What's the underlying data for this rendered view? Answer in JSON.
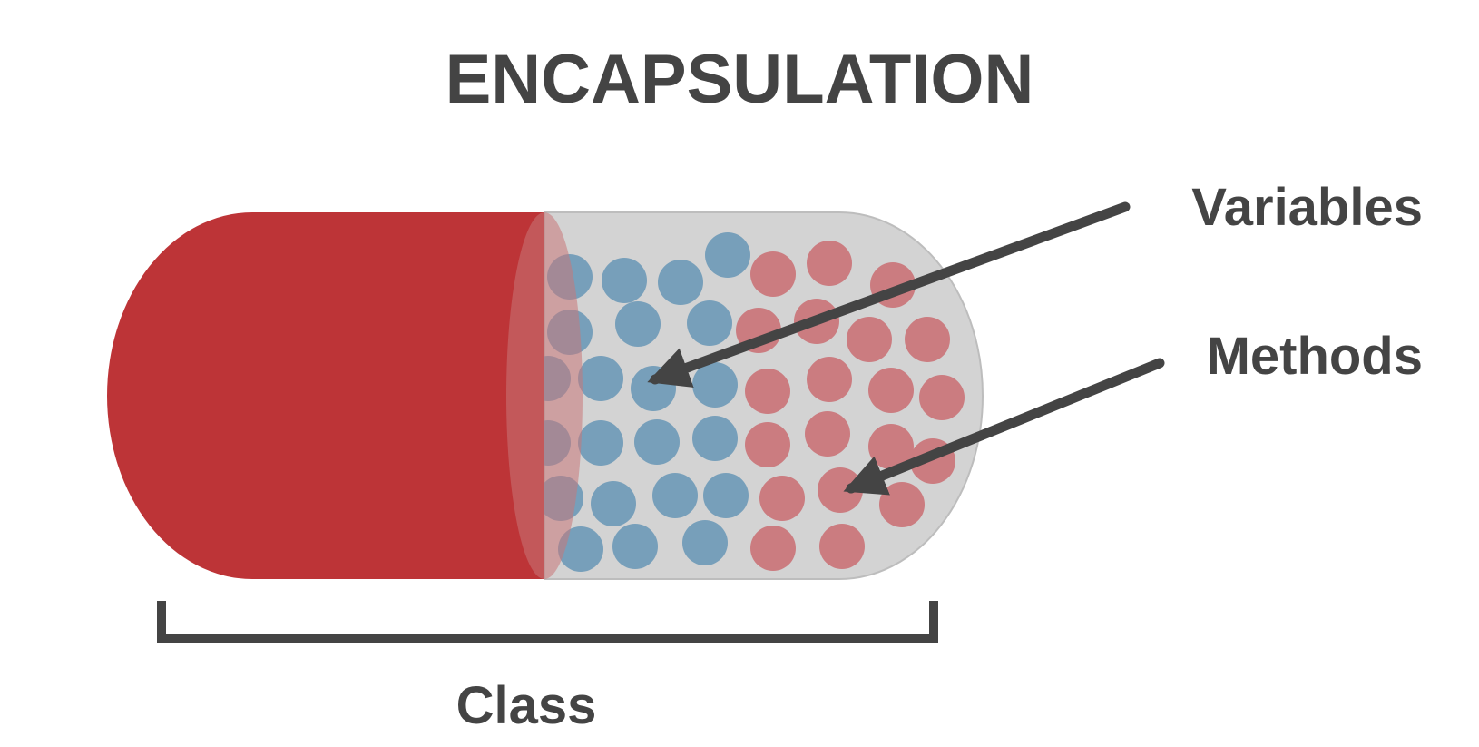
{
  "title": "ENCAPSULATION",
  "labels": {
    "variables": "Variables",
    "methods": "Methods",
    "class": "Class"
  },
  "colors": {
    "text": "#444444",
    "capsule_red": "#BD3437",
    "capsule_red_overlap": "#C97779",
    "capsule_clear": "#D3D3D3",
    "capsule_outline": "#BDBDBD",
    "variable_dot": "#779FBA",
    "method_dot": "#CB7C80",
    "arrow": "#444444",
    "bracket": "#444444"
  },
  "legend": [
    {
      "key": "variables",
      "dot": "variable_dot"
    },
    {
      "key": "methods",
      "dot": "method_dot"
    }
  ]
}
